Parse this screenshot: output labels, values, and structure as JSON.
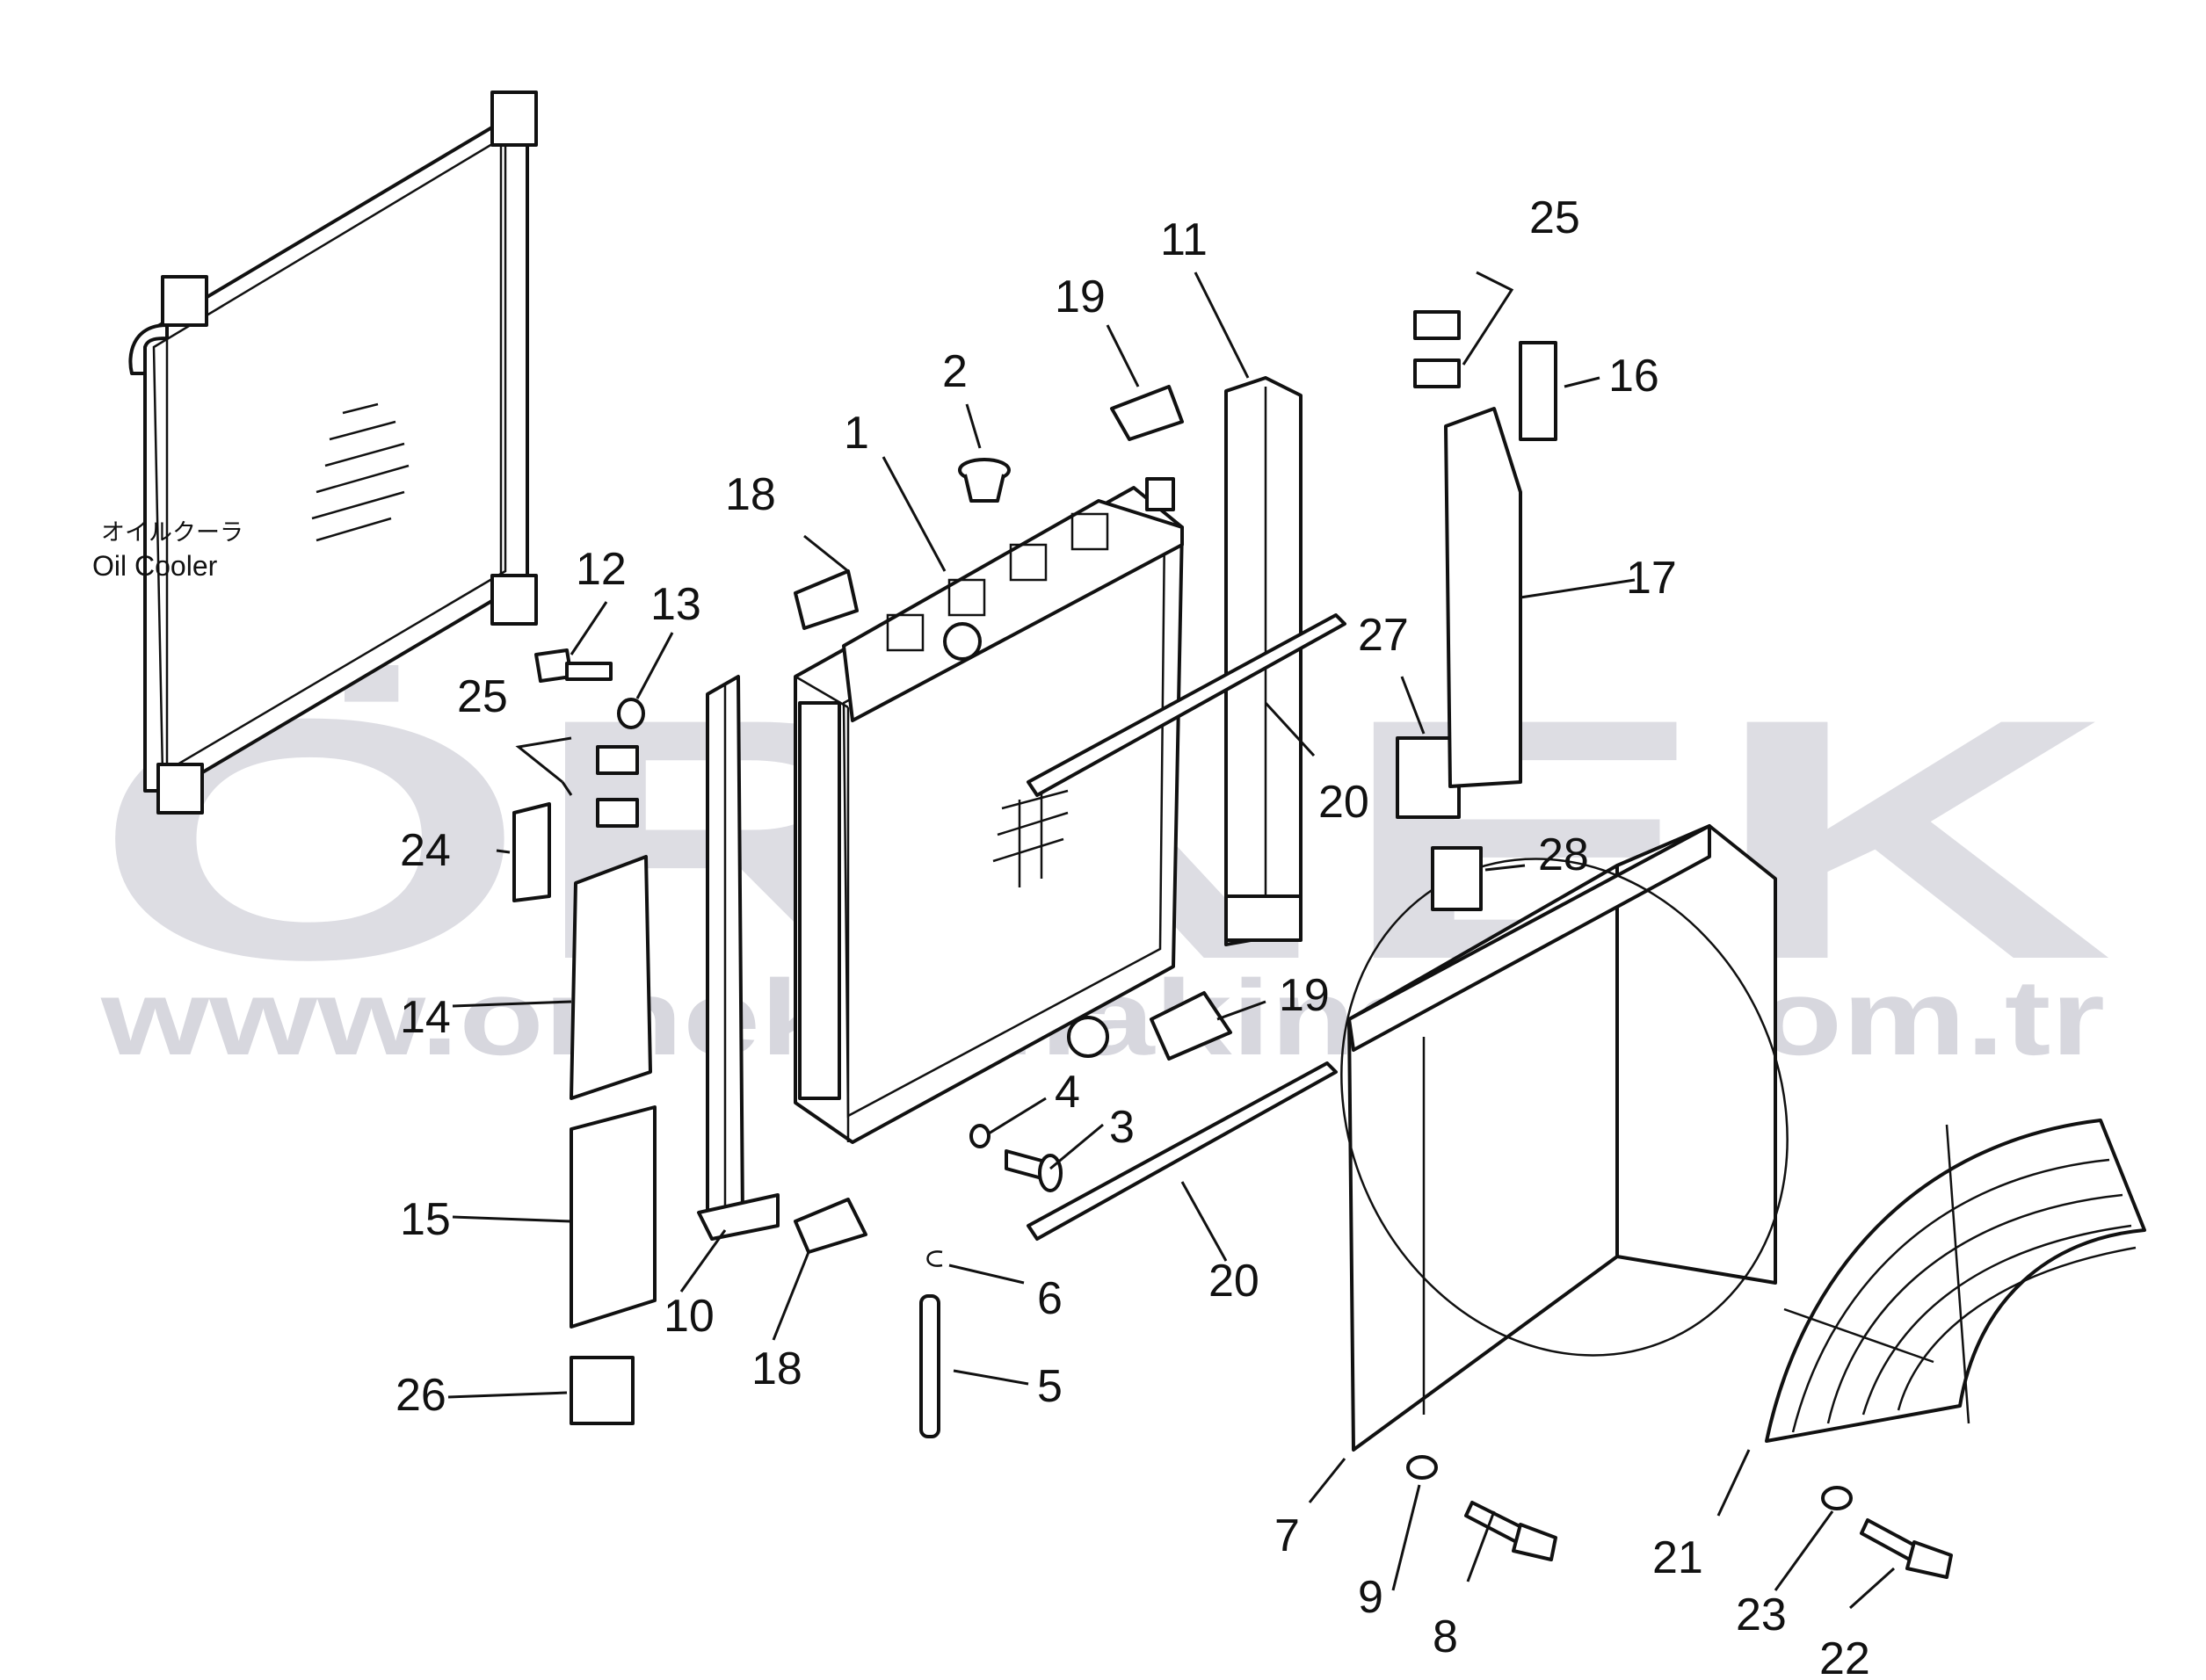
{
  "watermark": {
    "logo": "ÖRNEK",
    "url": "www.ornekismakinalari.com.tr",
    "accent_color": "#f5d56a",
    "text_color": "#dddde3"
  },
  "oil_cooler_label": {
    "japanese": "オイルクーラ",
    "english": "Oil  Cooler"
  },
  "callouts": [
    "1",
    "2",
    "3",
    "4",
    "5",
    "6",
    "7",
    "8",
    "9",
    "10",
    "11",
    "12",
    "13",
    "14",
    "15",
    "16",
    "17",
    "18",
    "18",
    "19",
    "19",
    "20",
    "20",
    "21",
    "22",
    "23",
    "24",
    "25",
    "25",
    "26",
    "27",
    "28"
  ]
}
